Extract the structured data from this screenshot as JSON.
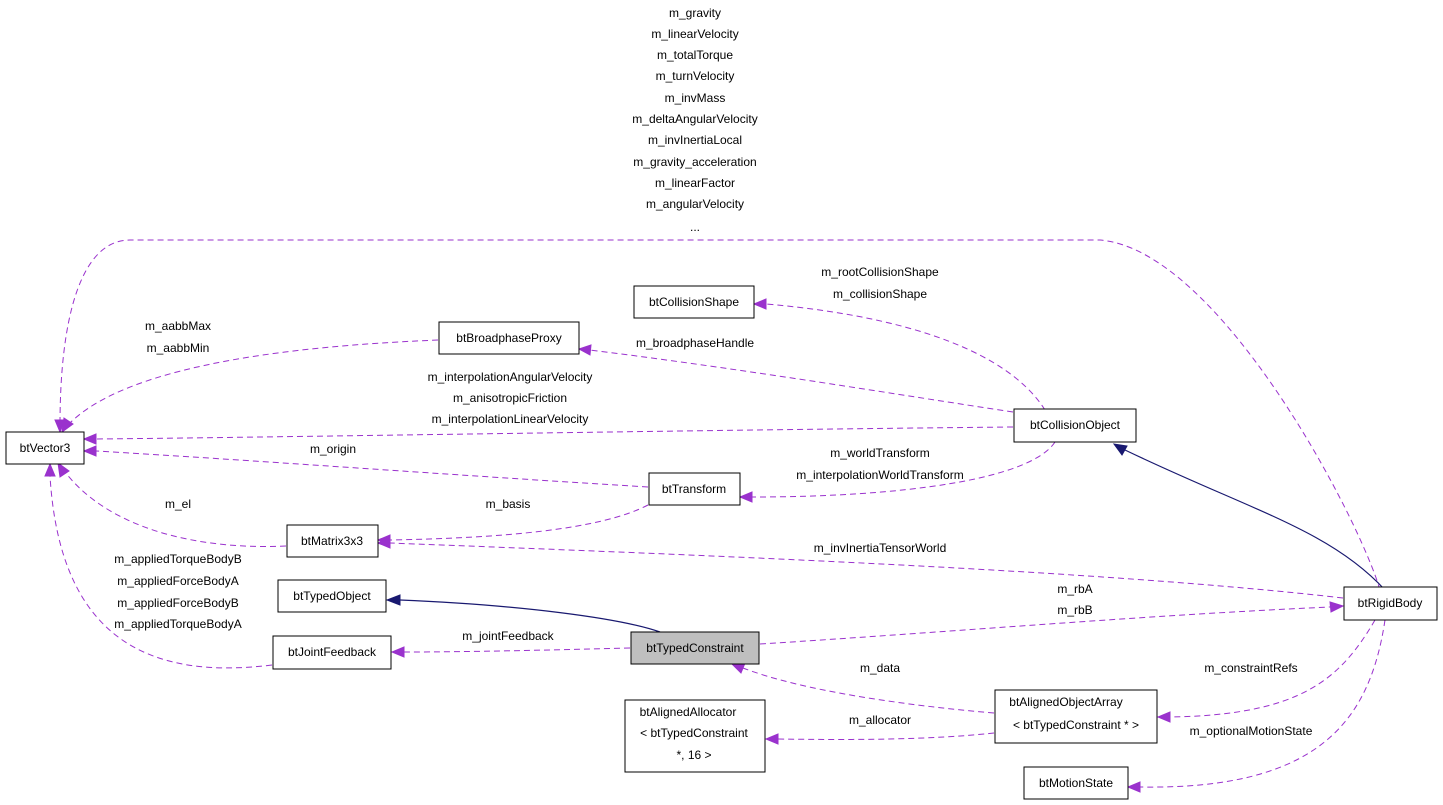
{
  "colors": {
    "dependency_edge": "#9a32cd",
    "inheritance_edge": "#191970",
    "focus_node_fill": "#bfbfbf",
    "node_fill": "#ffffff"
  },
  "nodes": {
    "btVector3": "btVector3",
    "btBroadphaseProxy": "btBroadphaseProxy",
    "btCollisionShape": "btCollisionShape",
    "btCollisionObject": "btCollisionObject",
    "btTransform": "btTransform",
    "btMatrix3x3": "btMatrix3x3",
    "btTypedObject": "btTypedObject",
    "btJointFeedback": "btJointFeedback",
    "btTypedConstraint": "btTypedConstraint",
    "btRigidBody": "btRigidBody",
    "btAlignedAllocator": [
      "btAlignedAllocator",
      "< btTypedConstraint",
      "*, 16 >"
    ],
    "btAlignedObjectArray": [
      "btAlignedObjectArray",
      "< btTypedConstraint * >"
    ],
    "btMotionState": "btMotionState"
  },
  "edge_labels": {
    "rigidbody_to_vector3": [
      "m_gravity",
      "m_linearVelocity",
      "m_totalTorque",
      "m_turnVelocity",
      "m_invMass",
      "m_deltaAngularVelocity",
      "m_invInertiaLocal",
      "m_gravity_acceleration",
      "m_linearFactor",
      "m_angularVelocity",
      "..."
    ],
    "collisionobject_to_collisionshape": [
      "m_rootCollisionShape",
      "m_collisionShape"
    ],
    "broadphaseproxy_to_vector3": [
      "m_aabbMax",
      "m_aabbMin"
    ],
    "collisionobject_to_broadphaseproxy": [
      "m_broadphaseHandle"
    ],
    "collisionobject_to_vector3": [
      "m_interpolationAngularVelocity",
      "m_anisotropicFriction",
      "m_interpolationLinearVelocity"
    ],
    "transform_to_vector3": [
      "m_origin"
    ],
    "collisionobject_to_transform": [
      "m_worldTransform",
      "m_interpolationWorldTransform"
    ],
    "matrix3x3_to_vector3": [
      "m_el"
    ],
    "transform_to_matrix3x3": [
      "m_basis"
    ],
    "rigidbody_to_matrix3x3": [
      "m_invInertiaTensorWorld"
    ],
    "jointfeedback_to_vector3": [
      "m_appliedTorqueBodyB",
      "m_appliedForceBodyA",
      "m_appliedForceBodyB",
      "m_appliedTorqueBodyA"
    ],
    "typedconstraint_to_rigidbody": [
      "m_rbA",
      "m_rbB"
    ],
    "typedconstraint_to_jointfeedback": [
      "m_jointFeedback"
    ],
    "objectarray_to_typedconstraint": [
      "m_data"
    ],
    "rigidbody_to_objectarray": [
      "m_constraintRefs"
    ],
    "objectarray_to_allocator": [
      "m_allocator"
    ],
    "rigidbody_to_motionstate": [
      "m_optionalMotionState"
    ]
  }
}
